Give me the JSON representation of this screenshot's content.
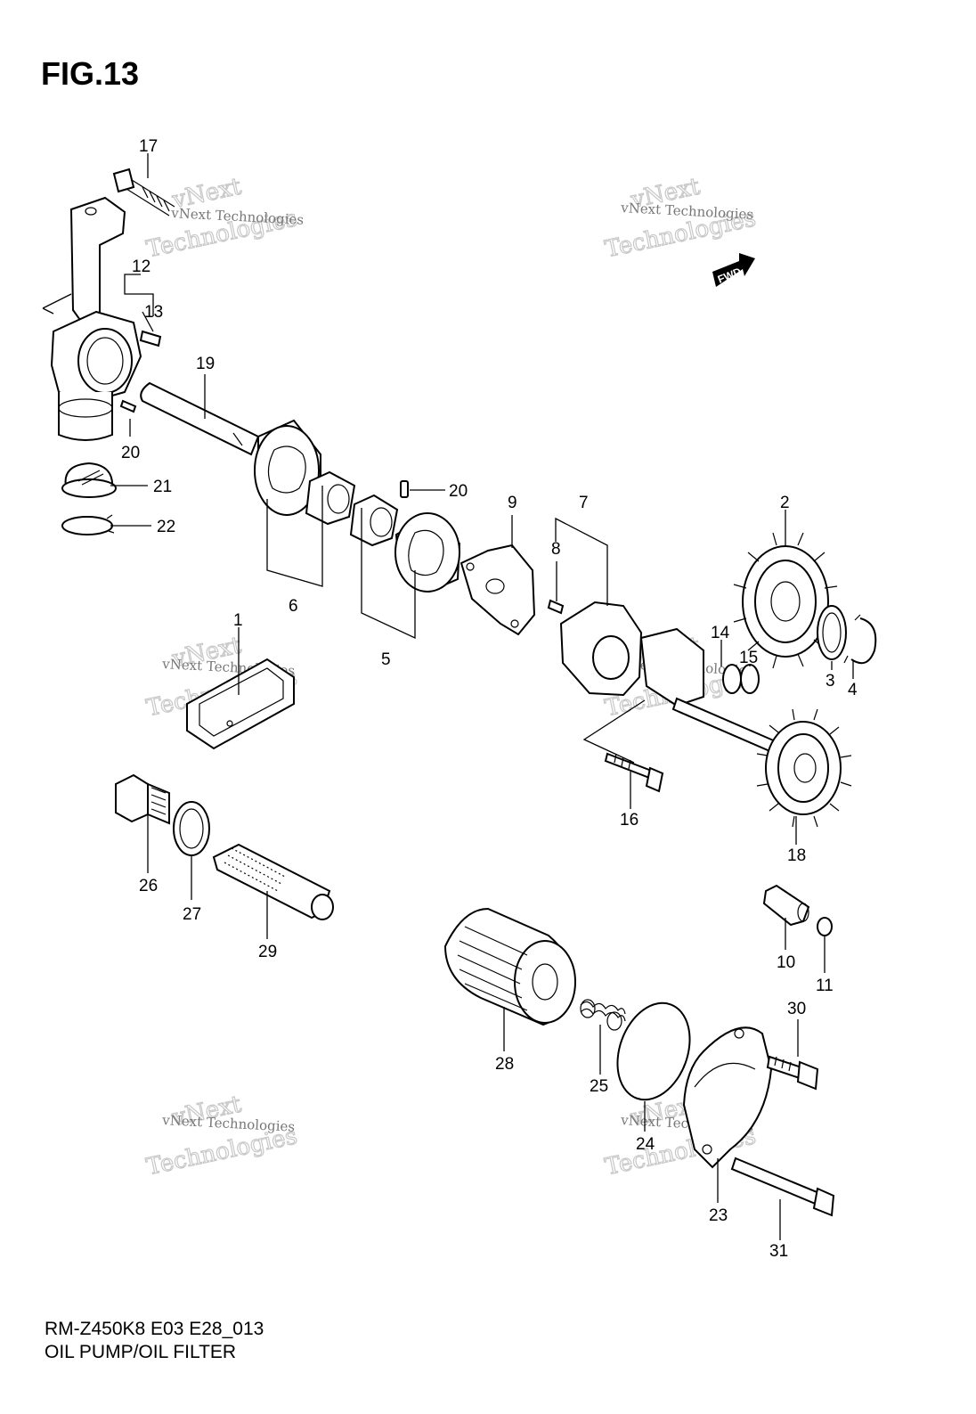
{
  "figure": {
    "title": "FIG.13",
    "model_code": "RM-Z450K8 E03 E28_013",
    "caption": "OIL PUMP/OIL FILTER"
  },
  "fwd_label": "FWD",
  "watermark": {
    "line1": "vNext Technologies",
    "line2": "vNext",
    "line3": "Technologies",
    "color": "#c8c8c8"
  },
  "callouts": {
    "p1": "1",
    "p2": "2",
    "p3": "3",
    "p4": "4",
    "p5": "5",
    "p6": "6",
    "p7": "7",
    "p8": "8",
    "p9": "9",
    "p10": "10",
    "p11": "11",
    "p12": "12",
    "p13": "13",
    "p14": "14",
    "p15": "15",
    "p16": "16",
    "p17": "17",
    "p18": "18",
    "p19": "19",
    "p20a": "20",
    "p20b": "20",
    "p21": "21",
    "p22": "22",
    "p23": "23",
    "p24": "24",
    "p25": "25",
    "p26": "26",
    "p27": "27",
    "p28": "28",
    "p29": "29",
    "p30": "30",
    "p31": "31"
  }
}
